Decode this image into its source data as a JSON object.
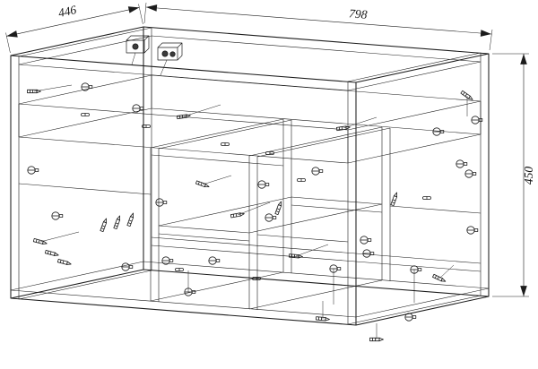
{
  "drawing": {
    "dimension_labels": {
      "depth": "446",
      "width": "798",
      "height": "450"
    },
    "colors": {
      "line": "#1c1c1c",
      "background": "#ffffff"
    }
  }
}
